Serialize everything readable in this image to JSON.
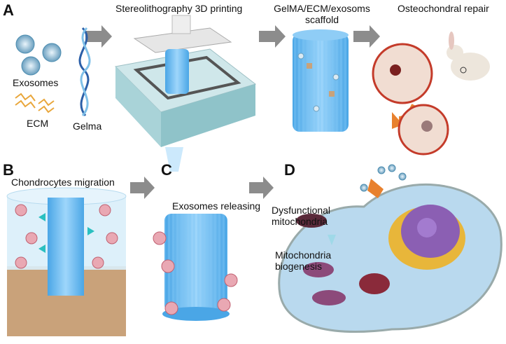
{
  "panels": {
    "a": "A",
    "b": "B",
    "c": "C",
    "d": "D"
  },
  "panel_a": {
    "step1_title": "Stereolithography 3D printing",
    "step2_title_line1": "GelMA/ECM/exosoms",
    "step2_title_line2": "scaffold",
    "step3_title": "Osteochondral repair",
    "materials": {
      "exosomes": "Exosomes",
      "ecm": "ECM",
      "gelma": "Gelma"
    }
  },
  "panel_b": {
    "title": "Chondrocytes migration"
  },
  "panel_c": {
    "title": "Exosomes releasing"
  },
  "panel_d": {
    "label1_line1": "Dysfunctional",
    "label1_line2": "mitochondria",
    "label2_line1": "Mitochondria",
    "label2_line2": "biogenesis"
  },
  "colors": {
    "scaffold": "#5fb4ec",
    "arrow": "#8c8c8c",
    "bone": "#c9a27a",
    "cell": "#e9a8b3",
    "orange_arrow": "#e8812e"
  }
}
